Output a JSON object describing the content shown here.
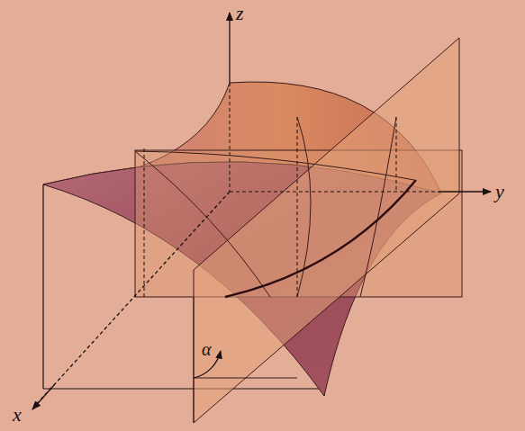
{
  "diagram": {
    "labels": [
      "z",
      "y",
      "x",
      "α"
    ]
  }
}
